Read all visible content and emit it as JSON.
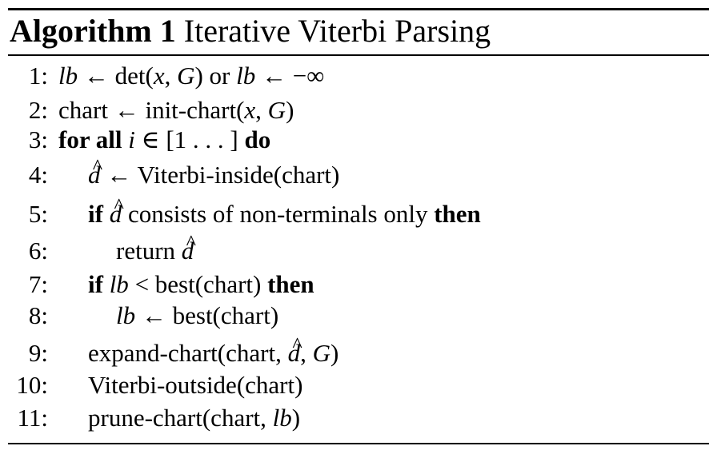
{
  "algorithm": {
    "label": "Algorithm 1",
    "title": "Iterative Viterbi Parsing",
    "lines": [
      {
        "num": "1:",
        "parts": [
          {
            "t": "lb",
            "s": "mi"
          },
          {
            "t": " ← det(",
            "s": ""
          },
          {
            "t": "x",
            "s": "mi"
          },
          {
            "t": ", ",
            "s": ""
          },
          {
            "t": "G",
            "s": "mi"
          },
          {
            "t": ") or ",
            "s": ""
          },
          {
            "t": "lb",
            "s": "mi"
          },
          {
            "t": " ← −∞",
            "s": ""
          }
        ]
      },
      {
        "num": "2:",
        "parts": [
          {
            "t": "chart ← init-chart(",
            "s": ""
          },
          {
            "t": "x",
            "s": "mi"
          },
          {
            "t": ", ",
            "s": ""
          },
          {
            "t": "G",
            "s": "mi"
          },
          {
            "t": ")",
            "s": ""
          }
        ]
      },
      {
        "num": "3:",
        "parts": [
          {
            "t": "for all",
            "s": "kw"
          },
          {
            "t": " ",
            "s": ""
          },
          {
            "t": "i",
            "s": "mi"
          },
          {
            "t": " ∈ [1 . . . ] ",
            "s": ""
          },
          {
            "t": "do",
            "s": "kw"
          }
        ]
      },
      {
        "num": "4:",
        "parts": [
          {
            "t": "d",
            "s": "dhat"
          },
          {
            "t": " ← Viterbi-inside(chart)",
            "s": ""
          }
        ]
      },
      {
        "num": "5:",
        "parts": [
          {
            "t": "if",
            "s": "kw"
          },
          {
            "t": " ",
            "s": ""
          },
          {
            "t": "d",
            "s": "dhat"
          },
          {
            "t": " consists of non-terminals only ",
            "s": ""
          },
          {
            "t": "then",
            "s": "kw"
          }
        ]
      },
      {
        "num": "6:",
        "parts": [
          {
            "t": "return ",
            "s": ""
          },
          {
            "t": "d",
            "s": "dhat"
          }
        ]
      },
      {
        "num": "7:",
        "parts": [
          {
            "t": "if",
            "s": "kw"
          },
          {
            "t": " ",
            "s": ""
          },
          {
            "t": "lb",
            "s": "mi"
          },
          {
            "t": " < best(chart) ",
            "s": ""
          },
          {
            "t": "then",
            "s": "kw"
          }
        ]
      },
      {
        "num": "8:",
        "parts": [
          {
            "t": "lb",
            "s": "mi"
          },
          {
            "t": " ← best(chart)",
            "s": ""
          }
        ]
      },
      {
        "num": "9:",
        "parts": [
          {
            "t": "expand-chart(chart, ",
            "s": ""
          },
          {
            "t": "d",
            "s": "dhat"
          },
          {
            "t": ", ",
            "s": ""
          },
          {
            "t": "G",
            "s": "mi"
          },
          {
            "t": ")",
            "s": ""
          }
        ]
      },
      {
        "num": "10:",
        "parts": [
          {
            "t": "Viterbi-outside(chart)",
            "s": ""
          }
        ]
      },
      {
        "num": "11:",
        "parts": [
          {
            "t": "prune-chart(chart, ",
            "s": ""
          },
          {
            "t": "lb",
            "s": "mi"
          },
          {
            "t": ")",
            "s": ""
          }
        ]
      }
    ]
  }
}
